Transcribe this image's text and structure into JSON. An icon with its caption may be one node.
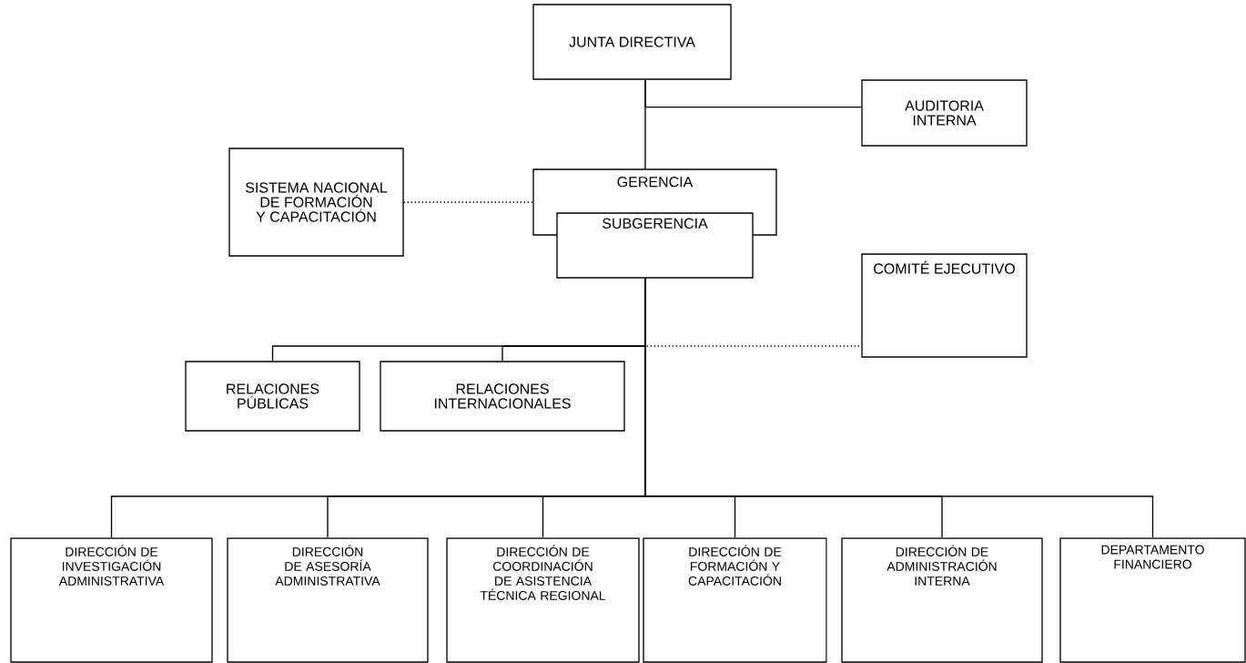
{
  "diagram": {
    "nodes": [
      {
        "text": [
          "JUNTA DIRECTIVA"
        ]
      },
      {
        "text": [
          "AUDITORIA INTERNA"
        ]
      },
      {
        "text": [
          "SISTEMA NACIONAL DE FORMACIÓN Y CAPACITACIÓN"
        ]
      },
      {
        "text": [
          "GERENCIA"
        ]
      },
      {
        "text": [
          "SUBGERENCIA"
        ]
      },
      {
        "text": [
          "COMITÉ EJECUTIVO"
        ]
      },
      {
        "text": [
          "RELACIONES PÚBLICAS"
        ]
      },
      {
        "text": [
          "RELACIONES INTERNACIONALES"
        ]
      },
      {
        "text": [
          "DIRECCIÓN DE INVESTIGACIÓN ADMINISTRATIVA"
        ]
      },
      {
        "text": [
          "DIRECCIÓN DE ASESORÍA ADMINISTRATIVA"
        ]
      },
      {
        "text": [
          "DIRECCIÓN DE COORDINACIÓN DE ASISTENCIA TÉCNICA REGIONAL"
        ]
      },
      {
        "text": [
          "DIRECCIÓN DE FORMACIÓN Y CAPACITACIÓN"
        ]
      },
      {
        "text": [
          "DIRECCIÓN DE ADMINISTRACIÓN INTERNA"
        ]
      },
      {
        "text": [
          "DEPARTAMENTO FINANCIERO"
        ]
      }
    ],
    "edges": [
      {
        "from": 0,
        "to": 1,
        "arrow": "none"
      },
      {
        "from": 0,
        "to": 3,
        "arrow": "none"
      },
      {
        "from": 2,
        "to": 3,
        "arrow": "none",
        "style": "dashed"
      },
      {
        "from": 4,
        "to": 5,
        "arrow": "none",
        "style": "dashed"
      },
      {
        "from": 4,
        "to": 6,
        "arrow": "none"
      },
      {
        "from": 4,
        "to": 7,
        "arrow": "none"
      },
      {
        "from": 4,
        "to": 8,
        "arrow": "none"
      },
      {
        "from": 4,
        "to": 9,
        "arrow": "none"
      },
      {
        "from": 4,
        "to": 10,
        "arrow": "none"
      },
      {
        "from": 4,
        "to": 11,
        "arrow": "none"
      },
      {
        "from": 4,
        "to": 12,
        "arrow": "none"
      },
      {
        "from": 4,
        "to": 13,
        "arrow": "none"
      }
    ]
  }
}
